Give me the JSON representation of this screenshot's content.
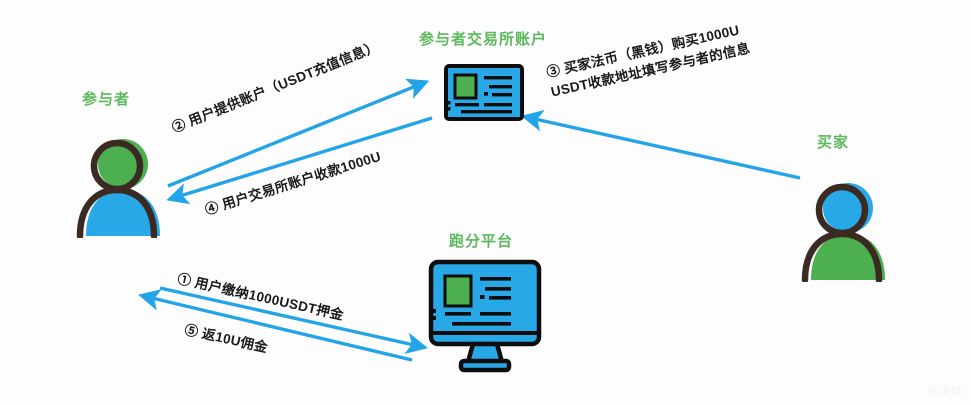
{
  "diagram": {
    "title_watermark": "区块链",
    "background": "#fdfdfd",
    "accent_green": "#5cb85c",
    "accent_blue": "#29a3e8",
    "arrow_blue": "#24a4e8",
    "outline_dark": "#3b2a22",
    "nodes": [
      {
        "id": "participant",
        "label": "参与者",
        "icon": "person-icon",
        "head_color": "#4caf50",
        "body_color": "#29a8e8"
      },
      {
        "id": "exchange-account",
        "label": "参与者交易所账户",
        "icon": "id-card-icon",
        "card_color": "#29a8e8",
        "photo_color": "#4caf50"
      },
      {
        "id": "buyer",
        "label": "买家",
        "icon": "person-icon",
        "head_color": "#29a8e8",
        "body_color": "#4caf50"
      },
      {
        "id": "platform",
        "label": "跑分平台",
        "icon": "monitor-icon",
        "screen_color": "#29a8e8",
        "photo_color": "#4caf50"
      }
    ],
    "flows": [
      {
        "step": "①",
        "text": "① 用户缴纳1000USDT押金",
        "from": "participant",
        "to": "platform",
        "direction": "right"
      },
      {
        "step": "②",
        "text": "② 用户提供账户（USDT充值信息）",
        "from": "participant",
        "to": "exchange-account",
        "direction": "up-right"
      },
      {
        "step": "③",
        "text_line1": "③ 买家法币（黑钱）购买1000U",
        "text_line2": "USDT收款地址填写参与者的信息",
        "from": "buyer",
        "to": "exchange-account",
        "direction": "up-left"
      },
      {
        "step": "④",
        "text": "④ 用户交易所账户收款1000U",
        "from": "exchange-account",
        "to": "participant",
        "direction": "down-left"
      },
      {
        "step": "⑤",
        "text": "⑤ 返10U佣金",
        "from": "platform",
        "to": "participant",
        "direction": "left"
      }
    ]
  }
}
